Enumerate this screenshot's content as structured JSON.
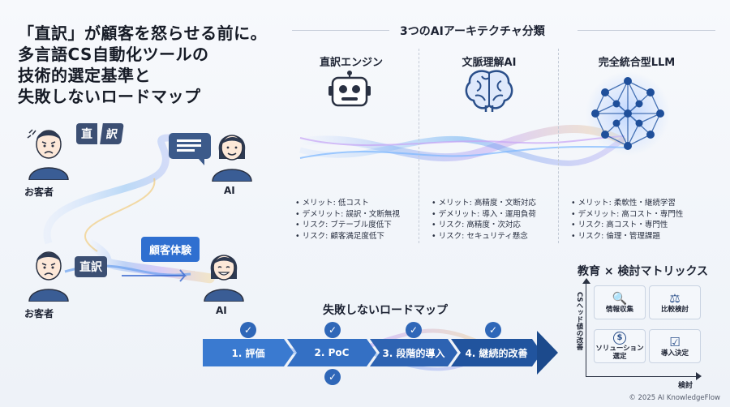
{
  "title": {
    "line1": "「直訳」が顧客を怒らせる前に。",
    "line2": "多言語CS自動化ツールの",
    "line3": "技術的選定基準と",
    "line4": "失敗しないロードマップ"
  },
  "left_scene": {
    "bubble_top_customer": [
      "直",
      "訳"
    ],
    "bubble_bottom_customer": "直訳",
    "bubble_bottom_ai": "顧客体験",
    "label_customer_top": "お客者",
    "label_ai_top": "AI",
    "label_customer_bottom": "お客者",
    "label_ai_bottom": "AI"
  },
  "architecture": {
    "section_title": "3つのAIアーキテクチャ分類",
    "columns": [
      {
        "label": "直訳エンジン",
        "icon": "robot-icon",
        "bullets": [
          "メリット: 低コスト",
          "デメリット: 誤訳・文断無視",
          "リスク: ブテーブル度低下",
          "リスク: 顧客満足度低下"
        ]
      },
      {
        "label": "文脈理解AI",
        "icon": "brain-icon",
        "bullets": [
          "メリット: 高精度・文断対応",
          "デメリット: 導入・運用負荷",
          "リスク: 高精度・次対応",
          "リスク: セキュリティ懸念"
        ]
      },
      {
        "label": "完全統合型LLM",
        "icon": "neural-network-icon",
        "bullets": [
          "メリット: 柔軟性・継続学習",
          "デメリット: 高コスト・専門性",
          "リスク: 高コスト・専門性",
          "リスク: 倫理・管理課題"
        ]
      }
    ]
  },
  "roadmap": {
    "title": "失敗しないロードマップ",
    "steps": [
      "1. 評価",
      "2. PoC",
      "3. 段階的導入",
      "4. 継続的改善"
    ],
    "check_glyph": "✓"
  },
  "matrix": {
    "title": "教育 × 検討マトリックス",
    "y_axis": "CSヘッド値の改善",
    "x_axis": "検討",
    "cells": [
      {
        "label": "情報収集",
        "icon": "magnifier-icon",
        "glyph": "🔍"
      },
      {
        "label": "比較検討",
        "icon": "scale-icon",
        "glyph": "⚖"
      },
      {
        "label": "ソリューション\n選定",
        "icon": "solution-icon",
        "glyph": "$"
      },
      {
        "label": "導入決定",
        "icon": "checkbox-icon",
        "glyph": "☑"
      }
    ]
  },
  "footer": {
    "copyright": "© 2025 AI KnowledgeFlow"
  },
  "colors": {
    "navy": "#1e3a6b",
    "blue": "#2f6fd0",
    "step_blue": "#2e6fc4",
    "step_dark": "#1d4a8c"
  }
}
